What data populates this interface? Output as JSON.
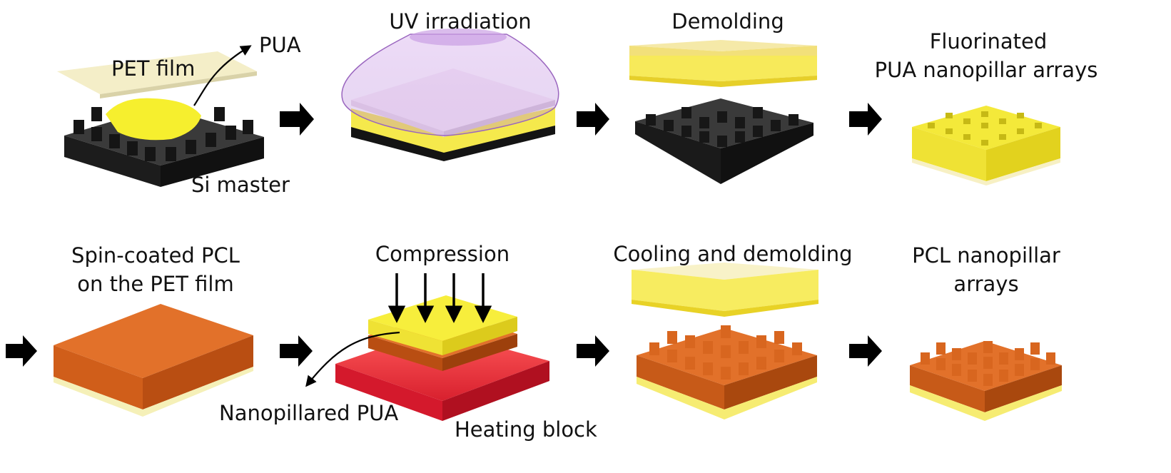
{
  "labels": {
    "pet_film": "PET film",
    "pua": "PUA",
    "si_master": "Si master",
    "uv_irradiation": "UV irradiation",
    "demolding": "Demolding",
    "fluorinated_line1": "Fluorinated",
    "fluorinated_line2": "PUA nanopillar arrays",
    "spin_coated_line1": "Spin-coated PCL",
    "spin_coated_line2": "on the PET film",
    "compression": "Compression",
    "nanopillared_pua": "Nanopillared PUA",
    "heating_block": "Heating block",
    "cooling_demolding": "Cooling and demolding",
    "pcl_arrays_line1": "PCL nanopillar",
    "pcl_arrays_line2": "arrays"
  },
  "colors": {
    "si_black": "#1e1e1e",
    "pua_yellow": "#f6ef2e",
    "pet_cream": "#f4eec8",
    "pcl_orange": "#e2712a",
    "heater_red": "#e8303c",
    "uv_violet": "#c08ad8",
    "arrow": "#000000"
  },
  "icons": [
    "process-arrow-icon",
    "compression-arrow-icon",
    "pointer-arrow-icon"
  ]
}
